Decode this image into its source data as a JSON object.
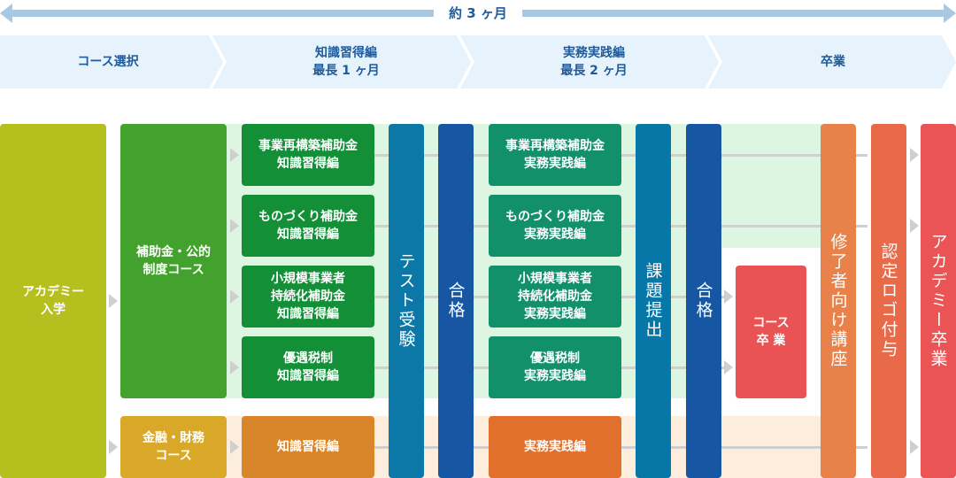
{
  "duration_label": "約 3 ヶ月",
  "phases": [
    {
      "label": "コース選択"
    },
    {
      "label": "知識習得編\n最長 1 ヶ月"
    },
    {
      "label": "実務実践編\n最長 2 ヶ月"
    },
    {
      "label": "卒業"
    }
  ],
  "steps": {
    "entry": "アカデミー\n入学",
    "subsidy_course": "補助金・公的\n制度コース",
    "finance_course": "金融・財務\nコース",
    "knowledge": [
      "事業再構築補助金\n知識習得編",
      "ものづくり補助金\n知識習得編",
      "小規模事業者\n持続化補助金\n知識習得編",
      "優遇税制\n知識習得編"
    ],
    "finance_knowledge": "知識習得編",
    "test": "テスト受験",
    "pass1": "合格",
    "practice": [
      "事業再構築補助金\n実務実践編",
      "ものづくり補助金\n実務実践編",
      "小規模事業者\n持続化補助金\n実務実践編",
      "優遇税制\n実務実践編"
    ],
    "finance_practice": "実務実践編",
    "assignment": "課題提出",
    "pass2": "合格",
    "course_graduation": "コース\n卒 業",
    "alumni_course": "修了者向け講座",
    "logo": "認定ロゴ付与",
    "academy_graduation": "アカデミー卒業"
  },
  "colors": {
    "header_bg": "#e6f2fc",
    "header_text": "#1f5a9a",
    "arrow": "#a8c8e4"
  }
}
